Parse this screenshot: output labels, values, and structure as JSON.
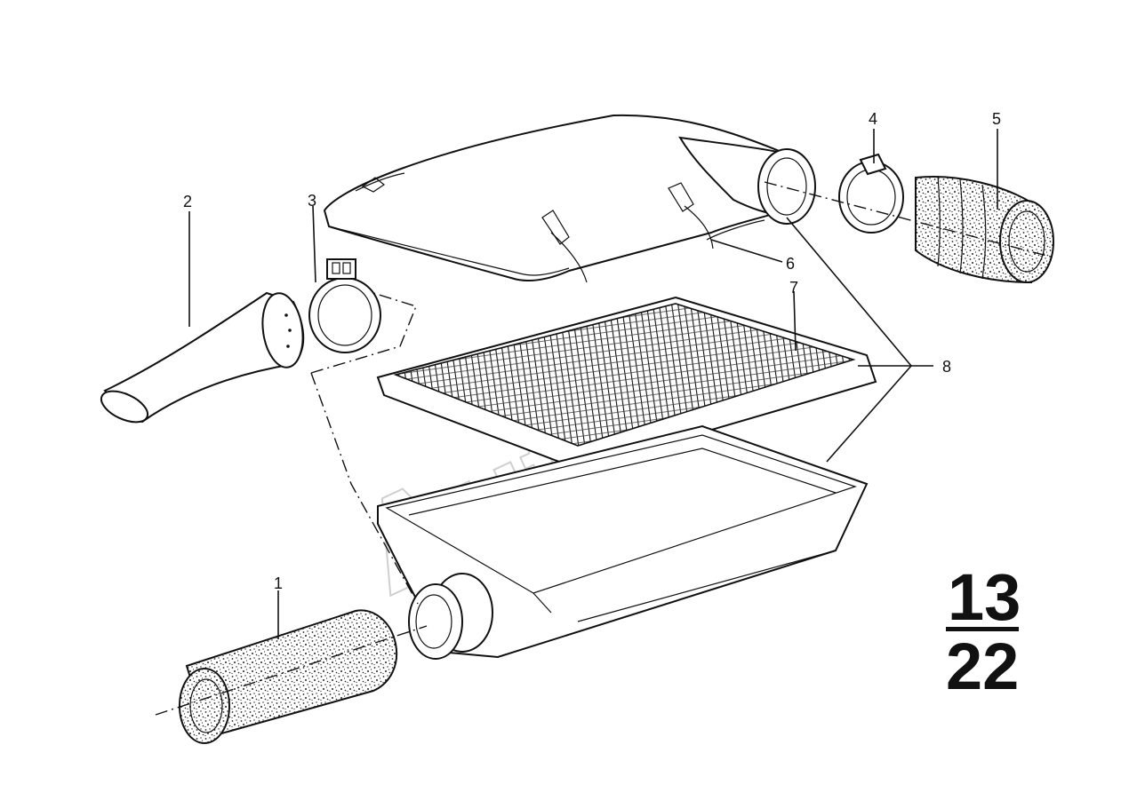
{
  "watermark": "Aut   ft",
  "group": {
    "top": "13",
    "bottom": "22"
  },
  "callouts": [
    {
      "id": "1",
      "label": "1"
    },
    {
      "id": "2",
      "label": "2"
    },
    {
      "id": "3",
      "label": "3"
    },
    {
      "id": "4",
      "label": "4"
    },
    {
      "id": "5",
      "label": "5"
    },
    {
      "id": "6",
      "label": "6"
    },
    {
      "id": "7",
      "label": "7"
    },
    {
      "id": "8",
      "label": "8"
    }
  ]
}
